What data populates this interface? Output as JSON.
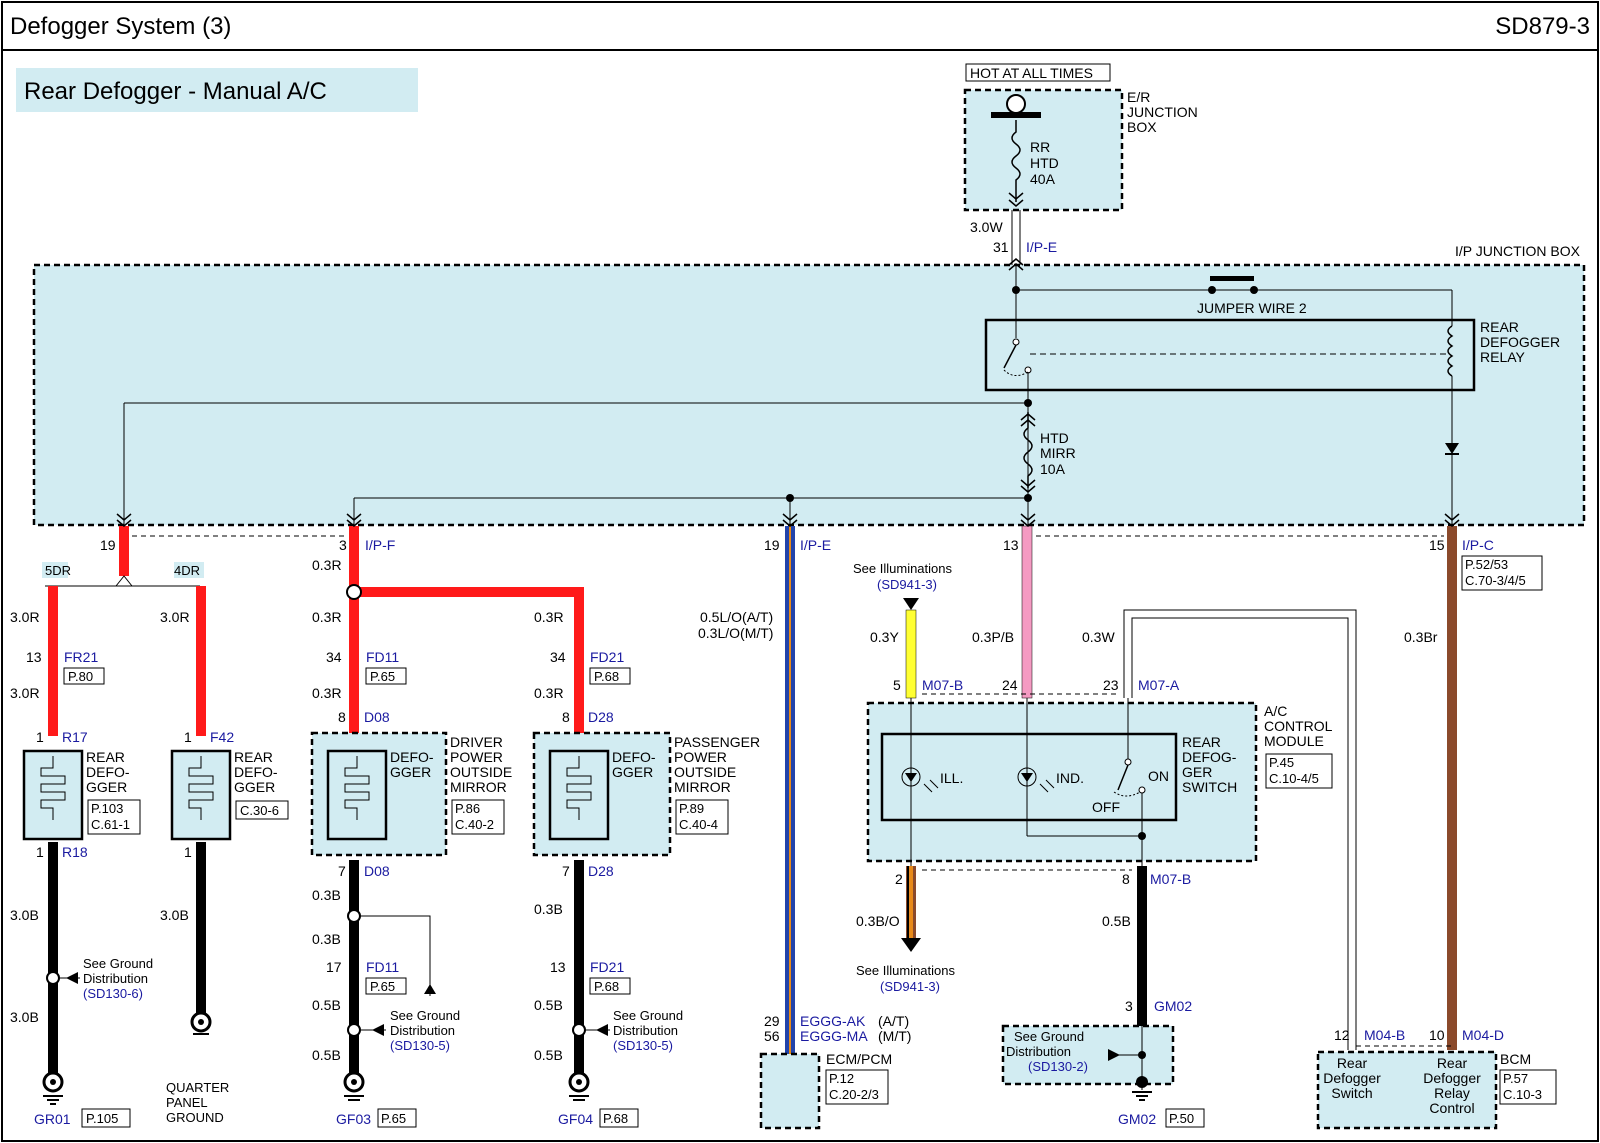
{
  "header": {
    "title": "Defogger System (3)",
    "code": "SD879-3"
  },
  "subtitle": "Rear Defogger - Manual A/C",
  "er_box": {
    "hot_label": "HOT AT ALL TIMES",
    "name": [
      "E/R",
      "JUNCTION",
      "BOX"
    ],
    "fuse": [
      "RR",
      "HTD",
      "40A"
    ]
  },
  "ip_box": {
    "name": "I/P JUNCTION BOX",
    "jumper": "JUMPER WIRE 2",
    "relay": [
      "REAR",
      "DEFOGGER",
      "RELAY"
    ],
    "fuse": [
      "HTD",
      "MIRR",
      "10A"
    ]
  },
  "wires": {
    "feed": "3.0W",
    "feed_pin": "31",
    "feed_conn": "I/P-E",
    "w30r": "3.0R",
    "w03r": "0.3R",
    "w30b": "3.0B",
    "w03b": "0.3B",
    "w05b": "0.5B",
    "lo_at": "0.5L/O(A/T)",
    "lo_mt": "0.3L/O(M/T)",
    "y": "0.3Y",
    "pb": "0.3P/B",
    "w": "0.3W",
    "br": "0.3Br",
    "bo": "0.3B/O"
  },
  "pins": {
    "p19": "19",
    "p3": "3",
    "p13": "13",
    "p15": "15",
    "p34": "34",
    "p8": "8",
    "p1": "1",
    "p7": "7",
    "p17": "17",
    "p5": "5",
    "p24": "24",
    "p23": "23",
    "p2": "2",
    "p29": "29",
    "p56": "56",
    "p12": "12",
    "p10": "10"
  },
  "conns": {
    "ipf": "I/P-F",
    "ipe": "I/P-E",
    "ipc": "I/P-C",
    "fr21": "FR21",
    "r17": "R17",
    "r18": "R18",
    "f42": "F42",
    "fd11": "FD11",
    "d08": "D08",
    "fd21": "FD21",
    "d28": "D28",
    "m07b": "M07-B",
    "m07a": "M07-A",
    "gm02": "GM02",
    "eggg_ak": "EGGG-AK",
    "eggg_ma": "EGGG-MA",
    "at": "(A/T)",
    "mt": "(M/T)",
    "m04b": "M04-B",
    "m04d": "M04-D"
  },
  "variants": {
    "v5dr": "5DR",
    "v4dr": "4DR"
  },
  "refs": {
    "p80": "P.80",
    "p65": "P.65",
    "p68": "P.68",
    "p103": "P.103",
    "c611": "C.61-1",
    "c306": "C.30-6",
    "p86": "P.86",
    "c402": "C.40-2",
    "p89": "P.89",
    "c404": "C.40-4",
    "p5253": "P.52/53",
    "c70": "C.70-3/4/5",
    "p45": "P.45",
    "c104": "C.10-4/5",
    "p12": "P.12",
    "c20": "C.20-2/3",
    "p57": "P.57",
    "c103": "C.10-3",
    "p105": "P.105",
    "p50": "P.50"
  },
  "components": {
    "rear_defogger": [
      "REAR",
      "DEFO-",
      "GGER"
    ],
    "defogger": [
      "DEFO-",
      "GGER"
    ],
    "driver_mirror": [
      "DRIVER",
      "POWER",
      "OUTSIDE",
      "MIRROR"
    ],
    "pass_mirror": [
      "PASSENGER",
      "POWER",
      "OUTSIDE",
      "MIRROR"
    ],
    "ac_module": [
      "A/C",
      "CONTROL",
      "MODULE"
    ],
    "switch": [
      "REAR",
      "DEFOG-",
      "GER",
      "SWITCH"
    ],
    "ill": "ILL.",
    "ind": "IND.",
    "on": "ON",
    "off": "OFF",
    "ecm": "ECM/PCM",
    "bcm": "BCM",
    "bcm_sw": [
      "Rear",
      "Defogger",
      "Switch"
    ],
    "bcm_relay": [
      "Rear",
      "Defogger",
      "Relay",
      "Control"
    ],
    "quarter": [
      "QUARTER",
      "PANEL",
      "GROUND"
    ]
  },
  "grounds": {
    "gr01": "GR01",
    "gf03": "GF03",
    "gf04": "GF04",
    "gm02": "GM02"
  },
  "notes": {
    "see_ground": [
      "See Ground",
      "Distribution"
    ],
    "sd1306": "(SD130-6)",
    "sd1305": "(SD130-5)",
    "sd1302": "(SD130-2)",
    "see_illum": "See Illuminations",
    "sd941": "(SD941-3)"
  },
  "colors": {
    "box_fill": "#d2ecf2",
    "red": "#ff1a1a",
    "pink": "#f49ac2",
    "brown": "#8b4a2b",
    "yellow": "#ffff33",
    "blue_wire": "#2244aa",
    "orange": "#e88a1a",
    "link": "#1a1aa0"
  }
}
